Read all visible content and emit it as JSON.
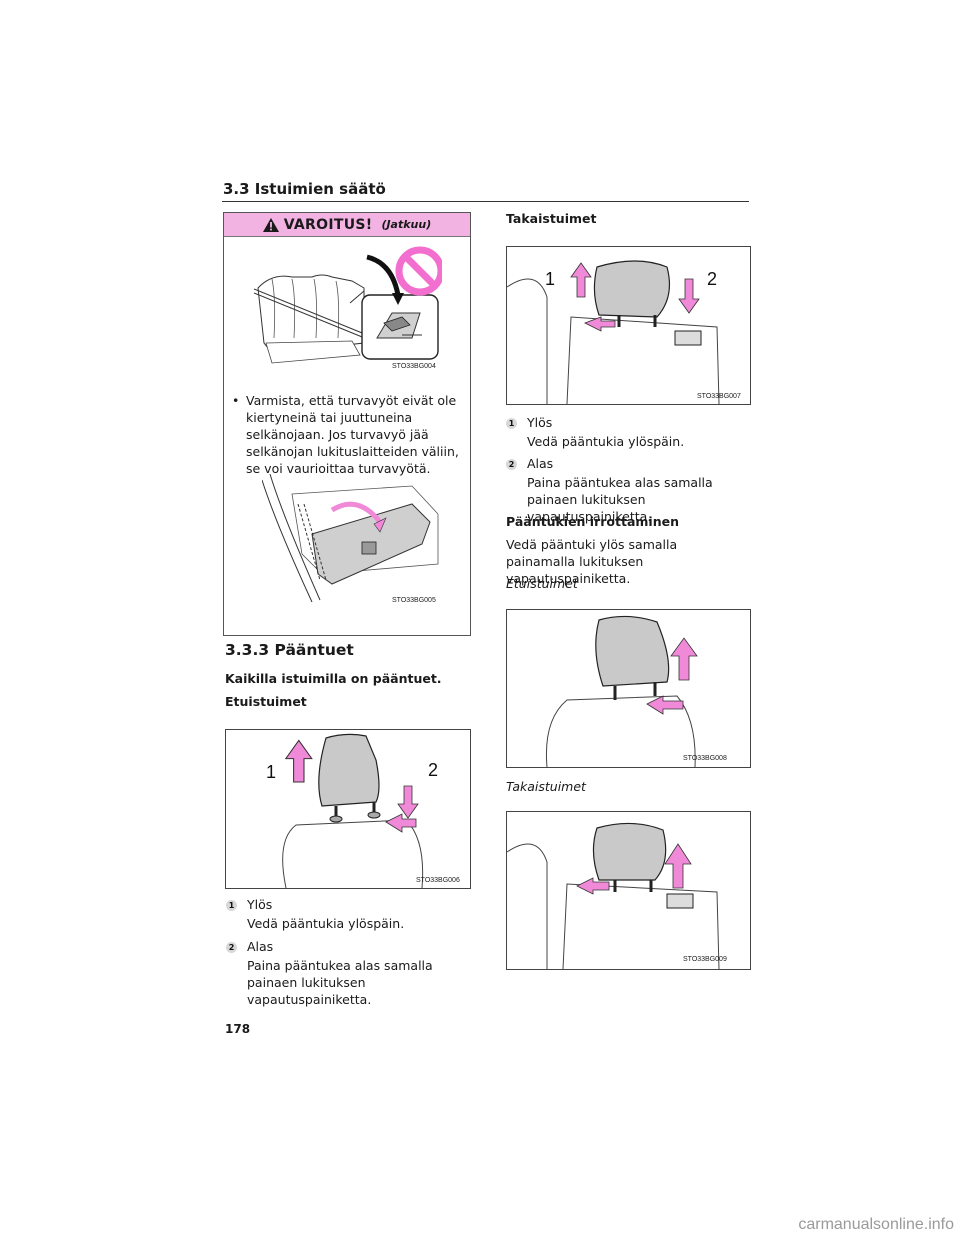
{
  "header": {
    "section_title": "3.3 Istuimien säätö"
  },
  "warning": {
    "title": "VAROITUS!",
    "continued": "(Jatkuu)",
    "figure1_code": "STO33BG004",
    "bullet_symbol": "•",
    "bullet_text": "Varmista, että turvavyöt eivät ole kiertyneinä tai juuttuneina selkänojaan. Jos turvavyö jää selkänojan lukituslaitteiden väliin, se voi vaurioittaa turvavyötä.",
    "figure2_code": "STO33BG005"
  },
  "left": {
    "heading": "3.3.3 Pääntuet",
    "subheading": "Kaikilla istuimilla on pääntuet.",
    "front_heading": "Etuistuimet",
    "figure_code": "STO33BG006",
    "fig_label_1": "1",
    "fig_label_2": "2",
    "items": [
      {
        "num": "1",
        "title": "Ylös",
        "desc": "Vedä pääntukia ylöspäin."
      },
      {
        "num": "2",
        "title": "Alas",
        "desc": "Paina pääntukea alas samalla painaen lukituksen vapautuspainiketta."
      }
    ]
  },
  "right": {
    "rear_heading": "Takaistuimet",
    "figure_code": "STO33BG007",
    "fig_label_1": "1",
    "fig_label_2": "2",
    "items": [
      {
        "num": "1",
        "title": "Ylös",
        "desc": "Vedä pääntukia ylöspäin."
      },
      {
        "num": "2",
        "title": "Alas",
        "desc": "Paina pääntukea alas samalla painaen lukituksen vapautuspainiketta."
      }
    ],
    "removal_heading": "Pääntukien irrottaminen",
    "removal_text": "Vedä pääntuki ylös samalla painamalla lukituksen vapautuspainiketta.",
    "front_label": "Etuistuimet",
    "figure_code_front": "STO33BG008",
    "rear_label": "Takaistuimet",
    "figure_code_rear": "STO33BG009"
  },
  "footer": {
    "page_number": "178",
    "watermark": "carmanualsonline.info"
  },
  "colors": {
    "warning_bg": "#f2b3e3",
    "arrow_pink": "#f08ad8",
    "prohibit_pink": "#f26fcf",
    "seat_gray": "#c9c9c9"
  }
}
